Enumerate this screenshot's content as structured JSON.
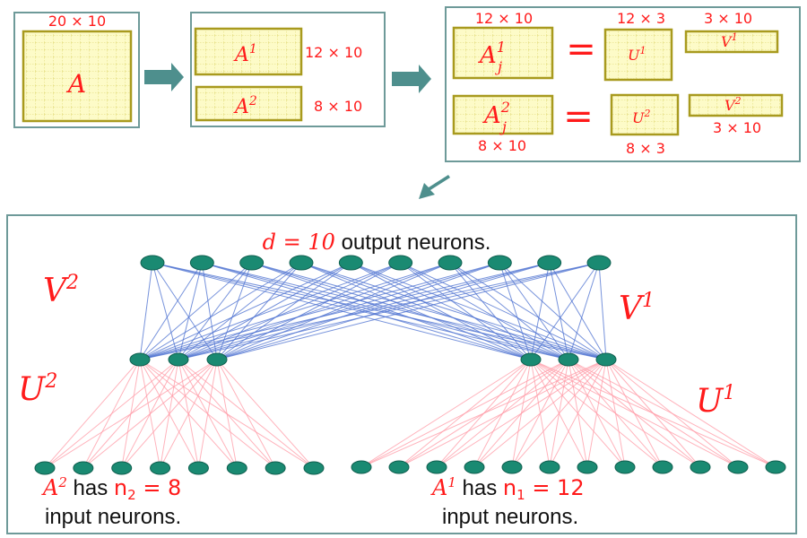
{
  "colors": {
    "neuron": "#1a8a72",
    "v_edges": "#4a6fd0",
    "u_edges": "#ff9aa6",
    "text_accent": "#ff1a1a",
    "frame": "#6e9a99",
    "arrow": "#4e8f8d",
    "matrix_border": "#a89a1e"
  },
  "step1": {
    "dim": "20 × 10",
    "matrix": "A"
  },
  "step2": {
    "a1": "A",
    "a1_sup": "1",
    "a1_dim": "12 × 10",
    "a2": "A",
    "a2_sup": "2",
    "a2_dim": "8 × 10"
  },
  "step3": {
    "row1": {
      "lhs": "A",
      "lhs_sup": "1",
      "lhs_sub": "j",
      "lhs_dim": "12 × 10",
      "eq": "=",
      "u": "U",
      "u_sup": "1",
      "u_dim": "12 × 3",
      "v": "V",
      "v_sup": "1",
      "v_dim": "3 × 10"
    },
    "row2": {
      "lhs": "A",
      "lhs_sup": "2",
      "lhs_sub": "j",
      "lhs_dim": "8 × 10",
      "eq": "=",
      "u": "U",
      "u_sup": "2",
      "u_dim": "8 × 3",
      "v": "V",
      "v_sup": "2",
      "v_dim": "3 × 10"
    }
  },
  "network": {
    "output_label_var": "d = 10",
    "output_label_text": " output neurons.",
    "output_count": 10,
    "hidden_left_count": 3,
    "hidden_right_count": 3,
    "input_left_count": 8,
    "input_right_count": 12,
    "v2": "V",
    "v2_sup": "2",
    "v1": "V",
    "v1_sup": "1",
    "u2": "U",
    "u2_sup": "2",
    "u1": "U",
    "u1_sup": "1",
    "left_caption_var": "A",
    "left_caption_sup": "2",
    "left_caption_has": " has ",
    "left_caption_n": "n",
    "left_caption_nsub": "2",
    "left_caption_eq": " = 8",
    "left_caption_line2": "input neurons.",
    "right_caption_var": "A",
    "right_caption_sup": "1",
    "right_caption_has": " has ",
    "right_caption_n": "n",
    "right_caption_nsub": "1",
    "right_caption_eq": " = 12",
    "right_caption_line2": "input neurons."
  }
}
